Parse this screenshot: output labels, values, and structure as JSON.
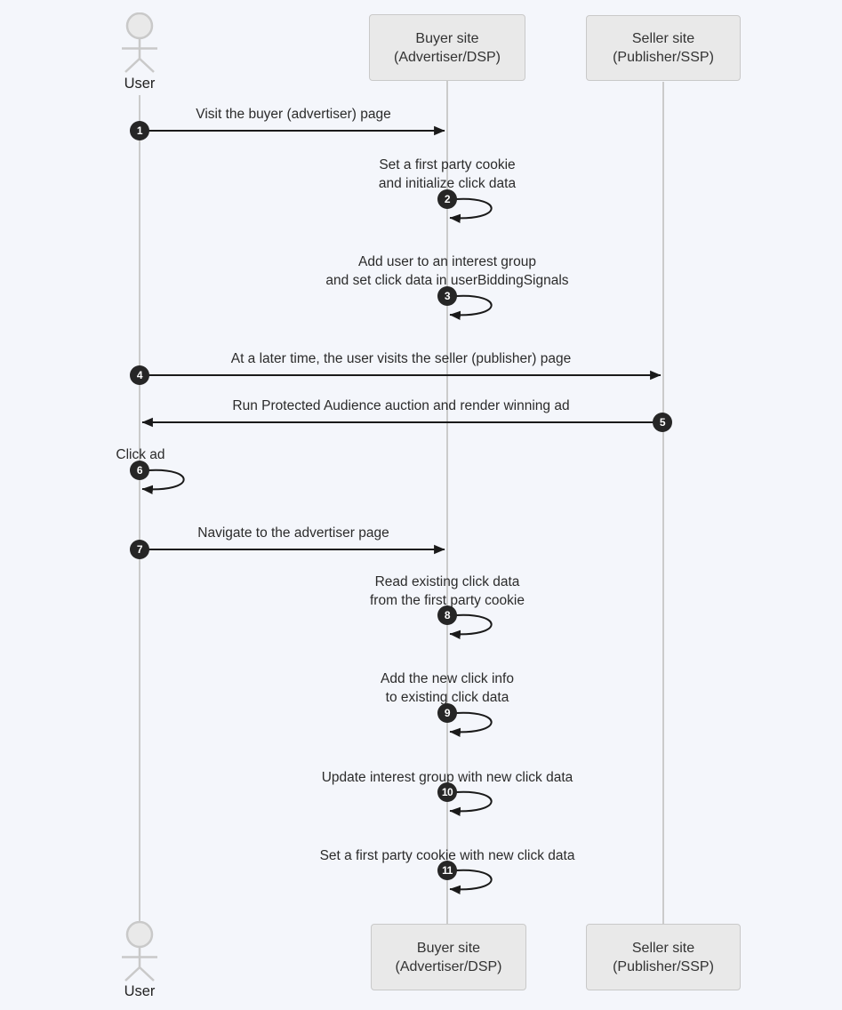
{
  "participants": {
    "user": {
      "label": "User"
    },
    "buyer": {
      "line1": "Buyer site",
      "line2": "(Advertiser/DSP)"
    },
    "seller": {
      "line1": "Seller site",
      "line2": "(Publisher/SSP)"
    }
  },
  "messages": [
    {
      "num": "1",
      "kind": "arrow",
      "from": "User",
      "to": "Buyer site",
      "line1": "Visit the buyer (advertiser) page"
    },
    {
      "num": "2",
      "kind": "self",
      "from": "Buyer site",
      "to": "Buyer site",
      "line1": "Set a first party cookie",
      "line2": "and initialize click data"
    },
    {
      "num": "3",
      "kind": "self",
      "from": "Buyer site",
      "to": "Buyer site",
      "line1": "Add user to an interest group",
      "line2": "and set click data in userBiddingSignals"
    },
    {
      "num": "4",
      "kind": "arrow",
      "from": "User",
      "to": "Seller site",
      "line1": "At a later time, the user visits the seller (publisher) page"
    },
    {
      "num": "5",
      "kind": "arrow",
      "from": "Seller site",
      "to": "User",
      "line1": "Run Protected Audience auction and render winning ad"
    },
    {
      "num": "6",
      "kind": "self",
      "from": "User",
      "to": "User",
      "line1": "Click ad"
    },
    {
      "num": "7",
      "kind": "arrow",
      "from": "User",
      "to": "Buyer site",
      "line1": "Navigate to the advertiser page"
    },
    {
      "num": "8",
      "kind": "self",
      "from": "Buyer site",
      "to": "Buyer site",
      "line1": "Read existing click data",
      "line2": "from the first party cookie"
    },
    {
      "num": "9",
      "kind": "self",
      "from": "Buyer site",
      "to": "Buyer site",
      "line1": "Add the new click info",
      "line2": "to existing click data"
    },
    {
      "num": "10",
      "kind": "self",
      "from": "Buyer site",
      "to": "Buyer site",
      "line1": "Update interest group with new click data"
    },
    {
      "num": "11",
      "kind": "self",
      "from": "Buyer site",
      "to": "Buyer site",
      "line1": "Set a first party cookie with new click data"
    }
  ],
  "colors": {
    "background": "#f4f6fb",
    "box_fill": "#e9e9e9",
    "box_border": "#c9c9c9",
    "lifeline": "#cbcbcb",
    "arrow": "#1a1a1a",
    "badge_bg": "#262626",
    "badge_text": "#ffffff",
    "text": "#2b2b2b"
  }
}
